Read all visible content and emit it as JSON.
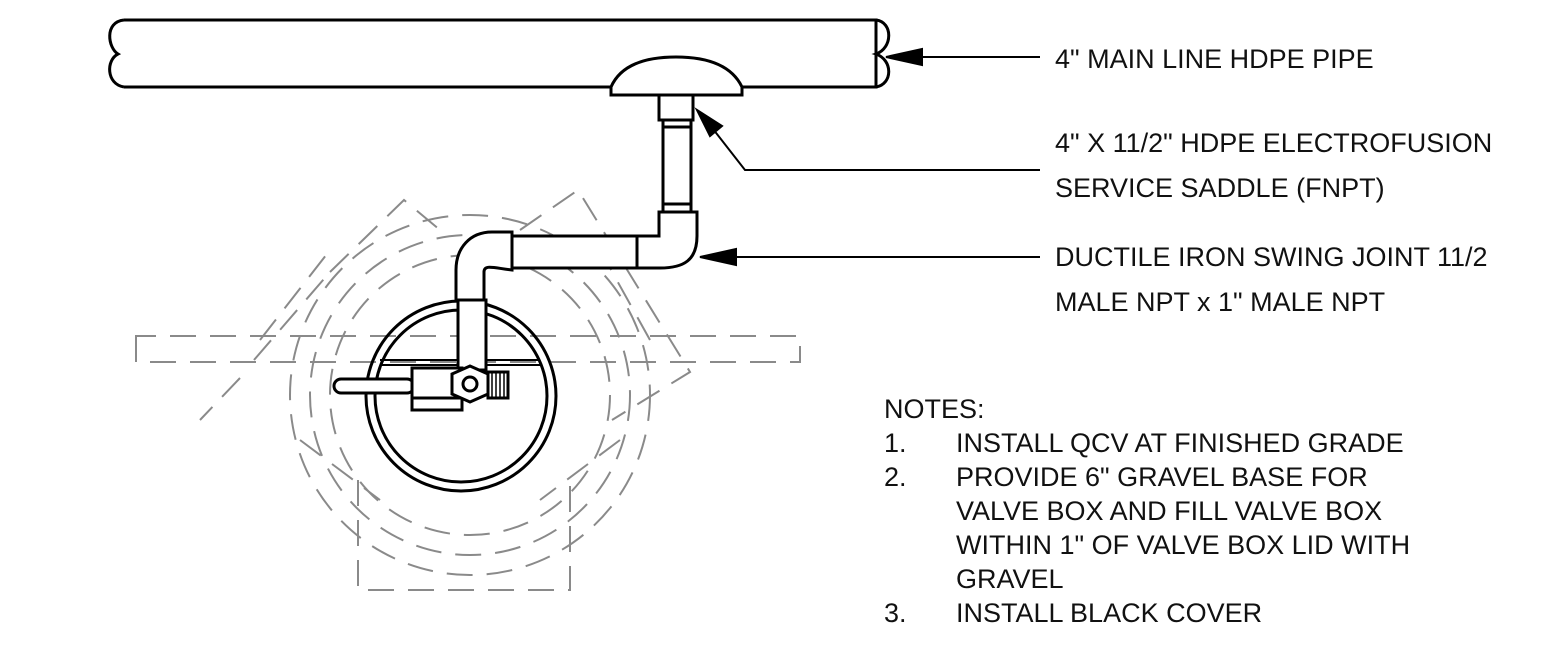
{
  "callouts": {
    "main_line": "4\" MAIN LINE HDPE PIPE",
    "saddle_line1": "4\" X 11/2\" HDPE ELECTROFUSION",
    "saddle_line2": "SERVICE SADDLE (FNPT)",
    "swing_line1": "DUCTILE IRON SWING JOINT 11/2",
    "swing_line2": "MALE NPT x 1\" MALE NPT"
  },
  "notes": {
    "heading": "NOTES:",
    "items": [
      {
        "num": "1.",
        "text": "INSTALL QCV AT FINISHED GRADE"
      },
      {
        "num": "2.",
        "text": "PROVIDE 6\" GRAVEL BASE FOR\nVALVE BOX AND FILL VALVE BOX\nWITHIN 1\" OF VALVE BOX LID WITH\nGRAVEL"
      },
      {
        "num": "3.",
        "text": "INSTALL BLACK COVER"
      }
    ]
  },
  "colors": {
    "linework": "#000000",
    "hidden_lines": "#8a8a8a",
    "text": "#111111",
    "background": "#ffffff"
  }
}
